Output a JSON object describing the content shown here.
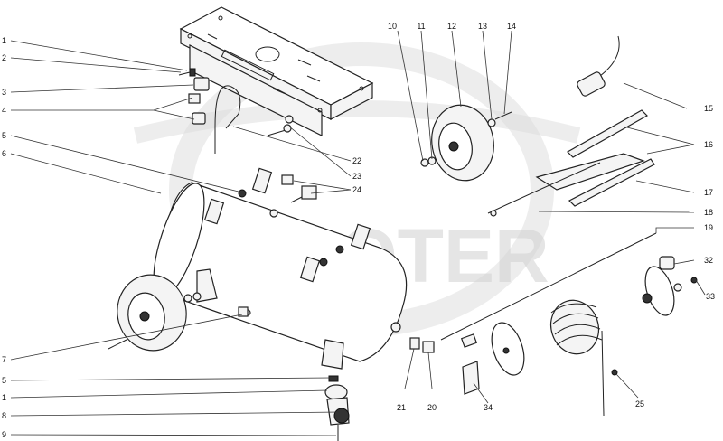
{
  "watermark": {
    "text": "SCOOTER"
  },
  "callouts": {
    "left": [
      "1",
      "2",
      "3",
      "4",
      "5",
      "6",
      "7",
      "5",
      "1",
      "8",
      "9"
    ],
    "top": [
      "10",
      "11",
      "12",
      "13",
      "14"
    ],
    "right": [
      "15",
      "16",
      "17",
      "18",
      "19",
      "32",
      "33"
    ],
    "center": [
      "22",
      "23",
      "24"
    ],
    "bottom": [
      "21",
      "20",
      "34",
      "25"
    ]
  },
  "colors": {
    "line": "#222222",
    "watermark": "#d0d0d0",
    "background": "#ffffff"
  }
}
